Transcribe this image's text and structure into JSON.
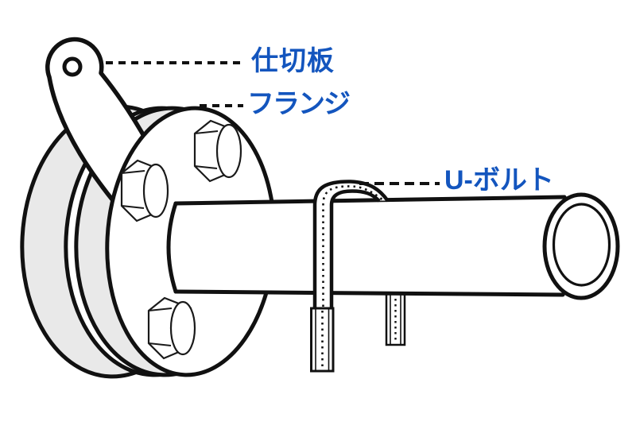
{
  "diagram": {
    "type": "technical-illustration",
    "annotations": [
      {
        "id": "partition-plate",
        "label": "仕切板"
      },
      {
        "id": "flange",
        "label": "フランジ"
      },
      {
        "id": "u-bolt",
        "label": "U-ボルト"
      }
    ],
    "colors": {
      "label_text": "#1355BE",
      "outline": "#111111",
      "flange_shading": "#e9e9e9",
      "background": "#ffffff"
    }
  }
}
